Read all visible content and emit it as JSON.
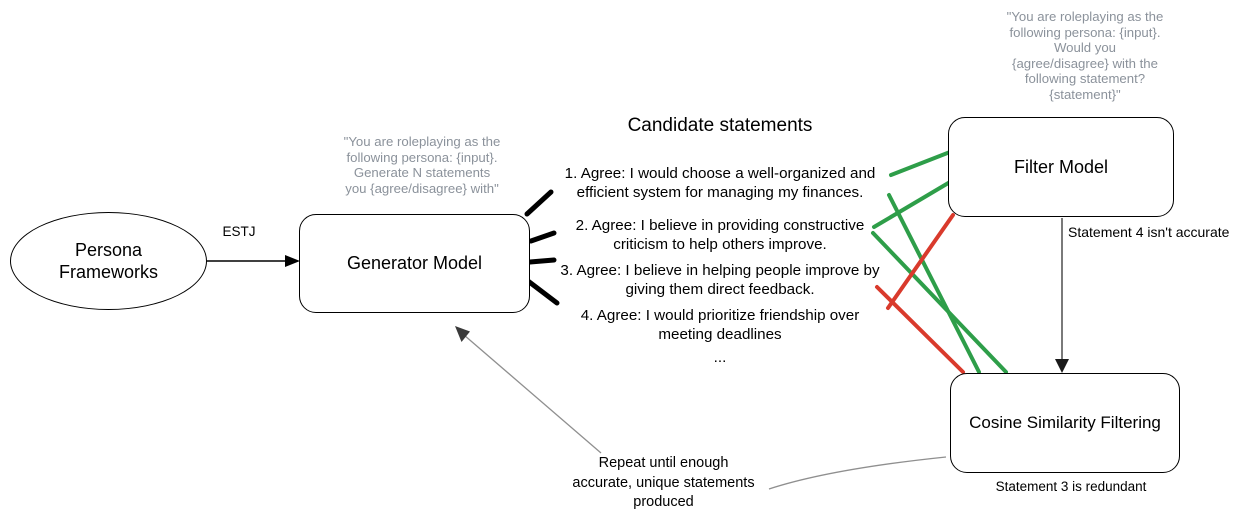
{
  "diagram": {
    "persona_node": {
      "label": "Persona\nFrameworks"
    },
    "estj_label": "ESTJ",
    "generator_node": {
      "label": "Generator Model",
      "prompt": "\"You are roleplaying as the\nfollowing persona: {input}.\nGenerate N statements\nyou {agree/disagree} with\""
    },
    "candidate": {
      "title": "Candidate statements",
      "statements": [
        {
          "text": "1. Agree: I would choose a well-organized and\nefficient system for managing my finances."
        },
        {
          "text": "2. Agree: I believe in providing constructive\ncriticism to help others improve."
        },
        {
          "text": "3. Agree: I believe in helping people improve by\ngiving them direct feedback."
        },
        {
          "text": "4. Agree: I would prioritize friendship over\nmeeting deadlines"
        }
      ],
      "ellipsis": "..."
    },
    "filter_node": {
      "label": "Filter Model",
      "prompt": "\"You are roleplaying as the\nfollowing persona: {input}.\nWould you\n{agree/disagree} with the\nfollowing statement?\n{statement}\"",
      "note": "Statement 4 isn't accurate"
    },
    "cosine_node": {
      "label": "Cosine Similarity Filtering",
      "note": "Statement 3 is redundant"
    },
    "repeat_label": "Repeat until enough\naccurate, unique statements\nproduced",
    "colors": {
      "accept_green": "#2e9e49",
      "reject_red": "#d93a2c",
      "prompt_gray": "#8b929b",
      "connector_gray": "#8f8f8f",
      "line_black": "#000000"
    }
  }
}
